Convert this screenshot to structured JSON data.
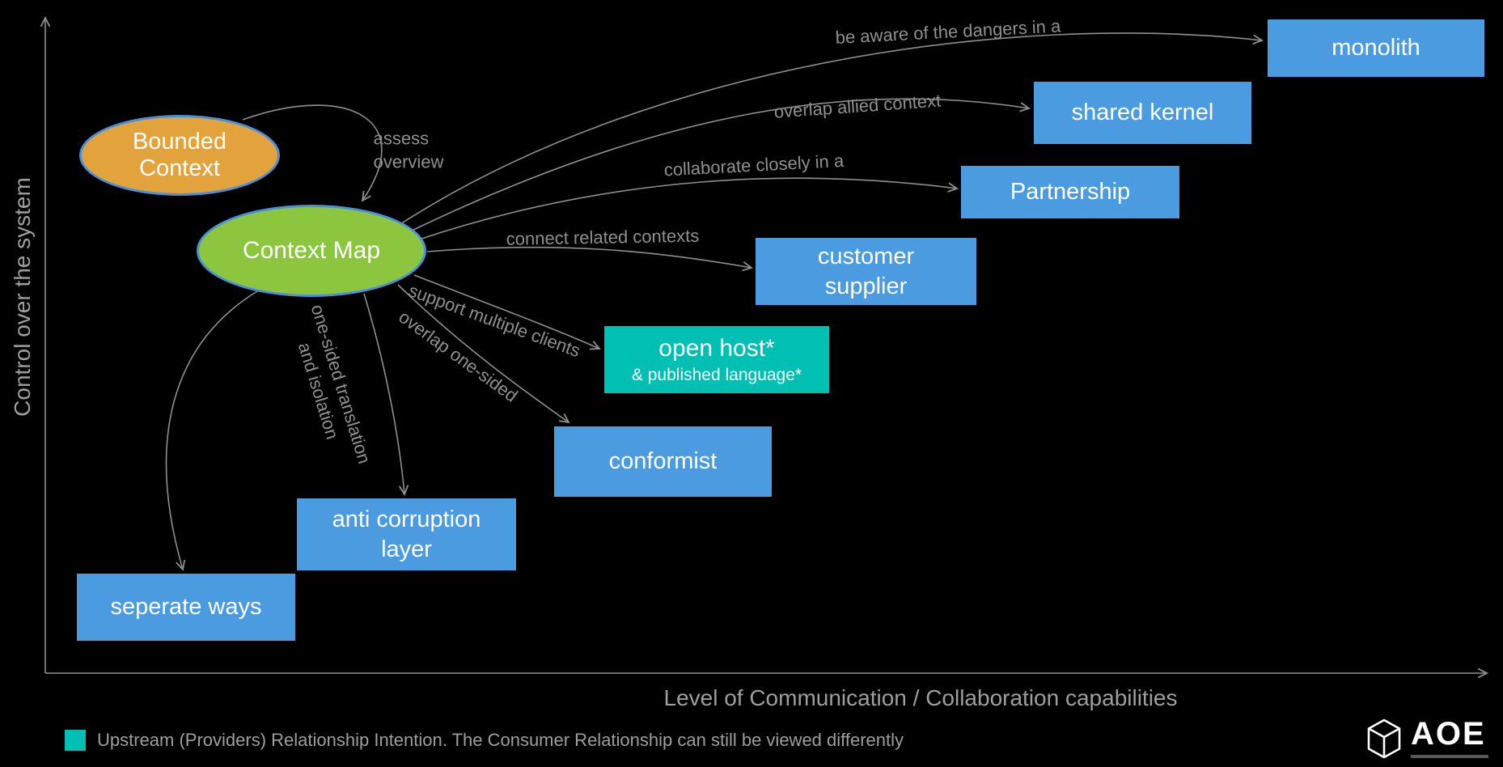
{
  "colors": {
    "background": "#000000",
    "box_blue": "#4A9BE0",
    "box_teal": "#00BFB3",
    "ellipse_orange": "#E2A33D",
    "ellipse_green": "#8CC63F",
    "ellipse_border": "#4A90D9",
    "arrow_gray": "#8f8f8f",
    "label_gray": "#8f8f8f",
    "axis_text": "#9e9e9e"
  },
  "axes": {
    "y_label": "Control over the system",
    "x_label": "Level of Communication / Collaboration capabilities"
  },
  "nodes": {
    "bounded_context": "Bounded\nContext",
    "context_map": "Context Map",
    "monolith": "monolith",
    "shared_kernel": "shared kernel",
    "partnership": "Partnership",
    "customer_supplier": "customer\nsupplier",
    "open_host": "open host*",
    "open_host_sub": "& published language*",
    "conformist": "conformist",
    "anti_corruption": "anti corruption\nlayer",
    "seperate_ways": "seperate ways"
  },
  "edges": {
    "assess": "assess\noverview",
    "monolith": "be aware of the dangers in a",
    "shared_kernel": "overlap allied context",
    "partnership": "collaborate closely in a",
    "customer_supplier": "connect related contexts",
    "open_host": "support multiple clients",
    "conformist": "overlap one-sided",
    "anti_corruption": "one-sided translation\nand isolation"
  },
  "legend": {
    "text": "Upstream (Providers) Relationship Intention. The Consumer Relationship can still be viewed differently"
  },
  "logo": {
    "text": "AOE"
  }
}
